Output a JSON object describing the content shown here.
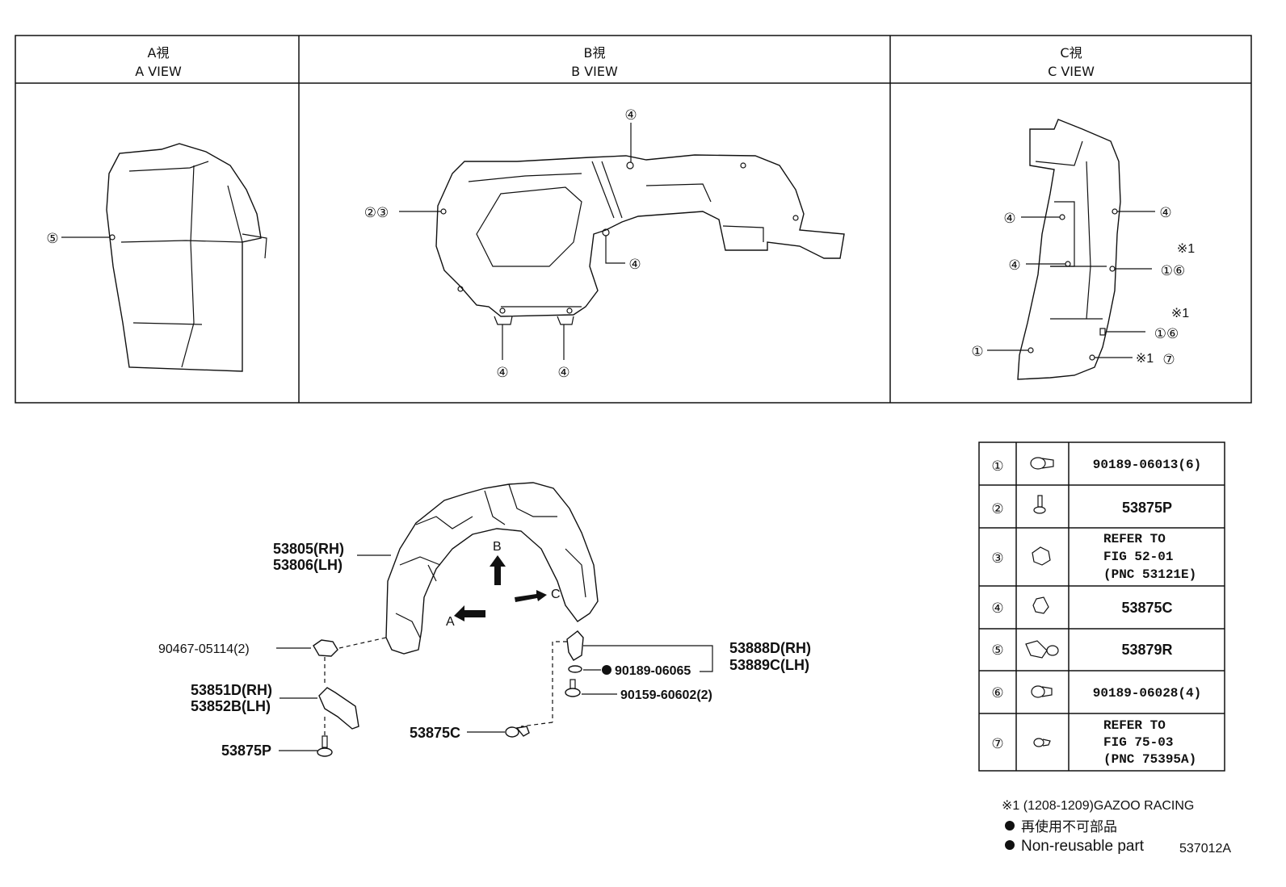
{
  "views": [
    {
      "title_jp": "A視",
      "title_en": "A VIEW"
    },
    {
      "title_jp": "B視",
      "title_en": "B VIEW"
    },
    {
      "title_jp": "C視",
      "title_en": "C VIEW"
    }
  ],
  "view_callouts": {
    "a": [
      "⑤"
    ],
    "b": [
      "②③",
      "④",
      "④",
      "④",
      "④"
    ],
    "c": [
      "④",
      "④",
      "④",
      "①⑥",
      "①⑥",
      "①",
      "⑦"
    ],
    "c_notes": [
      "※1",
      "※1",
      "※1"
    ]
  },
  "assembly_labels": {
    "liner_rh": "53805(RH)",
    "liner_lh": "53806(LH)",
    "nut": "90467-05114(2)",
    "bracket_rh": "53851D(RH)",
    "bracket_lh": "53852B(LH)",
    "screw": "53875P",
    "clip_c": "53875C",
    "seal_rh": "53888D(RH)",
    "seal_lh": "53889C(LH)",
    "clip_nonreuse": "90189-06065",
    "bolt": "90159-60602(2)",
    "arrow_a": "A",
    "arrow_b": "B",
    "arrow_c": "C"
  },
  "legend_table": [
    {
      "no": "①",
      "text": [
        "90189-06013(6)"
      ]
    },
    {
      "no": "②",
      "text": [
        "53875P"
      ]
    },
    {
      "no": "③",
      "text": [
        "REFER TO",
        "FIG 52-01",
        "(PNC 53121E)"
      ]
    },
    {
      "no": "④",
      "text": [
        "53875C"
      ]
    },
    {
      "no": "⑤",
      "text": [
        "53879R"
      ]
    },
    {
      "no": "⑥",
      "text": [
        "90189-06028(4)"
      ]
    },
    {
      "no": "⑦",
      "text": [
        "REFER TO",
        "FIG 75-03",
        "(PNC 75395A)"
      ]
    }
  ],
  "notes": {
    "note1": "※1 (1208-1209)GAZOO RACING",
    "nonreuse_jp": "再使用不可部品",
    "nonreuse_en": "Non-reusable part",
    "figure_code": "537012A"
  }
}
